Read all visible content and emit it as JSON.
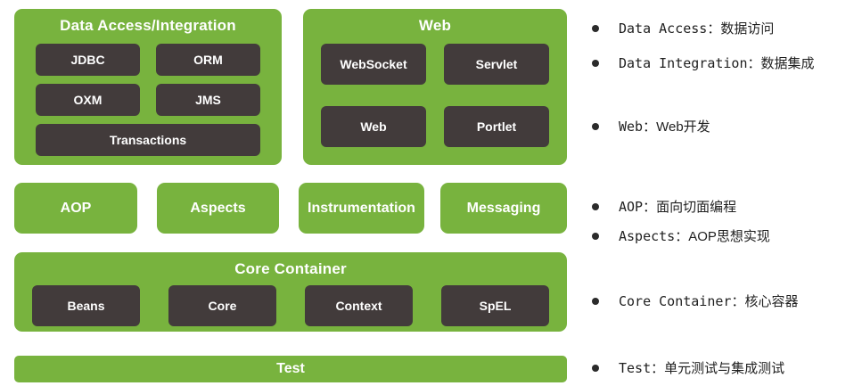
{
  "colors": {
    "panel_green": "#78b33e",
    "chip_dark": "#423b3b",
    "text_on_green": "#ffffff",
    "note_text": "#1f1f1f"
  },
  "panels": {
    "dataAccess": {
      "title": "Data Access/Integration",
      "items": [
        "JDBC",
        "ORM",
        "OXM",
        "JMS",
        "Transactions"
      ]
    },
    "web": {
      "title": "Web",
      "items": [
        "WebSocket",
        "Servlet",
        "Web",
        "Portlet"
      ]
    },
    "middle": {
      "items": [
        "AOP",
        "Aspects",
        "Instrumentation",
        "Messaging"
      ]
    },
    "core": {
      "title": "Core Container",
      "items": [
        "Beans",
        "Core",
        "Context",
        "SpEL"
      ]
    },
    "test": {
      "label": "Test"
    }
  },
  "notes_separator": "：",
  "notes": [
    {
      "label": "Data Access",
      "text": "数据访问"
    },
    {
      "label": "Data Integration",
      "text": "数据集成"
    },
    {
      "label": "Web",
      "text": "Web开发"
    },
    {
      "label": "AOP",
      "text": "面向切面编程"
    },
    {
      "label": "Aspects",
      "text": "AOP思想实现"
    },
    {
      "label": "Core Container",
      "text": "核心容器"
    },
    {
      "label": "Test",
      "text": "单元测试与集成测试"
    }
  ]
}
